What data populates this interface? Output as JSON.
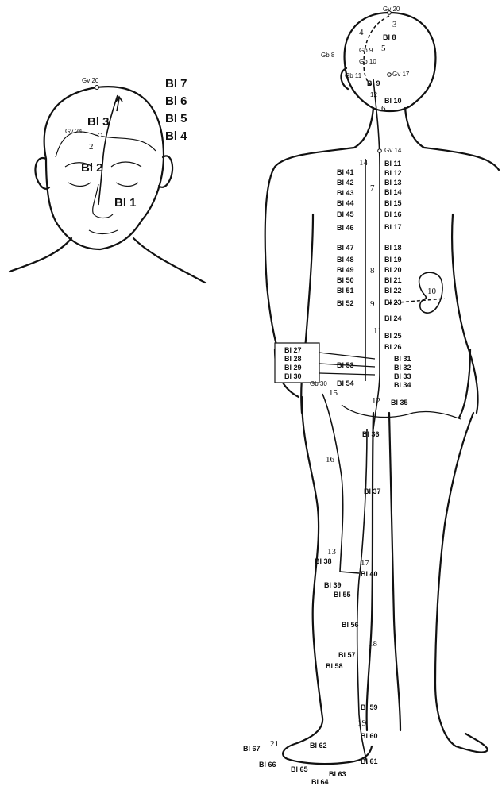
{
  "face_figure": {
    "labels": {
      "gv20": "Gv 20",
      "gv24": "Gv 24",
      "bl7": "Bl 7",
      "bl6": "Bl 6",
      "bl5": "Bl 5",
      "bl4": "Bl 4",
      "bl3": "Bl 3",
      "bl2": "Bl 2",
      "bl1": "Bl 1",
      "n2": "2"
    }
  },
  "back_figure": {
    "head_labels": {
      "gv20": "Gv 20",
      "n3": "3",
      "n4": "4",
      "bl8": "Bl 8",
      "n5": "5",
      "gb8": "Gb 8",
      "gb9": "Gb 9",
      "gb10": "Gb 10",
      "gb11": "Gb 11",
      "gv17": "Gv 17",
      "bl9": "Bl 9",
      "n12": "12",
      "bl10": "Bl 10",
      "n6": "6",
      "gv14": "Gv 14"
    },
    "outer_line": [
      "Bl 41",
      "Bl 42",
      "Bl 43",
      "Bl 44",
      "Bl 45",
      "Bl 46",
      "Bl 47",
      "Bl 48",
      "Bl 49",
      "Bl 50",
      "Bl 51",
      "Bl 52",
      "Bl 53",
      "Bl 54"
    ],
    "inner_line": [
      "Bl 11",
      "Bl 12",
      "Bl 13",
      "Bl 14",
      "Bl 15",
      "Bl 16",
      "Bl 17",
      "Bl 18",
      "Bl 19",
      "Bl 20",
      "Bl 21",
      "Bl 22",
      "Bl 23",
      "Bl 24",
      "Bl 25",
      "Bl 26"
    ],
    "sacral_group": [
      "Bl 31",
      "Bl 32",
      "Bl 33",
      "Bl 34"
    ],
    "boxed_points": [
      "Bl 27",
      "Bl 28",
      "Bl 29",
      "Bl 30"
    ],
    "path_numbers": {
      "n14": "14",
      "n7": "7",
      "n8": "8",
      "n9": "9",
      "n10": "10",
      "n11": "11",
      "n12b": "12",
      "n15": "15",
      "n16": "16",
      "n13": "13",
      "n17": "17",
      "n18": "18",
      "n19": "19",
      "n21": "21"
    },
    "misc": {
      "gb30": "Gb 30",
      "bl35": "Bl 35"
    },
    "leg_points": {
      "bl36": "Bl 36",
      "bl37": "Bl 37",
      "bl38": "Bl 38",
      "bl39": "Bl 39",
      "bl40": "Bl 40",
      "bl55": "Bl 55",
      "bl56": "Bl 56",
      "bl57": "Bl 57",
      "bl58": "Bl 58",
      "bl59": "Bl 59",
      "bl60": "Bl 60",
      "bl61": "Bl 61",
      "bl62": "Bl 62",
      "bl63": "Bl 63",
      "bl64": "Bl 64",
      "bl65": "Bl 65",
      "bl66": "Bl 66",
      "bl67": "Bl 67"
    }
  }
}
